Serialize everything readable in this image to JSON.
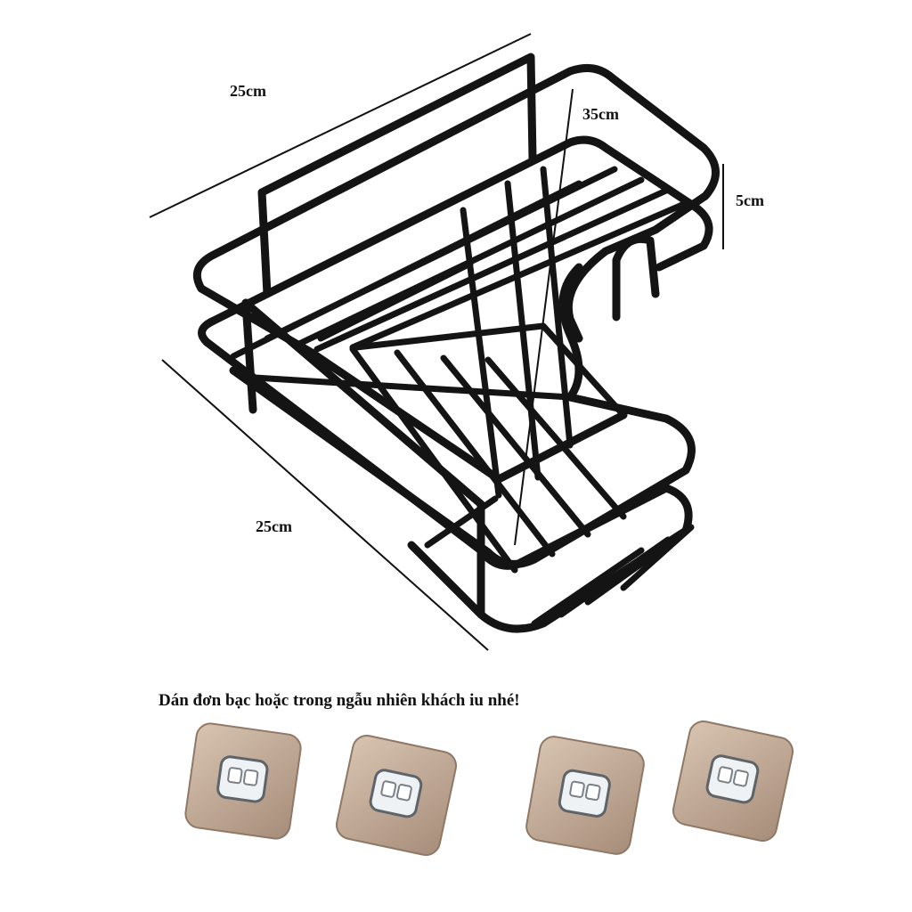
{
  "dimensions": {
    "top_length": "25cm",
    "diagonal": "35cm",
    "height": "5cm",
    "side_length": "25cm"
  },
  "caption": "Dán đơn bạc hoặc trong ngẫu nhiên khách iu nhé!",
  "colors": {
    "wire": "#141414",
    "dimension_line": "#111111",
    "pad_light": "#d8c4b2",
    "pad_dark": "#a68d79",
    "hook_clear": "#eef2f4"
  },
  "hooks": [
    {
      "icon": "adhesive-hook-icon"
    },
    {
      "icon": "adhesive-hook-icon"
    },
    {
      "icon": "adhesive-hook-icon"
    },
    {
      "icon": "adhesive-hook-icon"
    }
  ]
}
